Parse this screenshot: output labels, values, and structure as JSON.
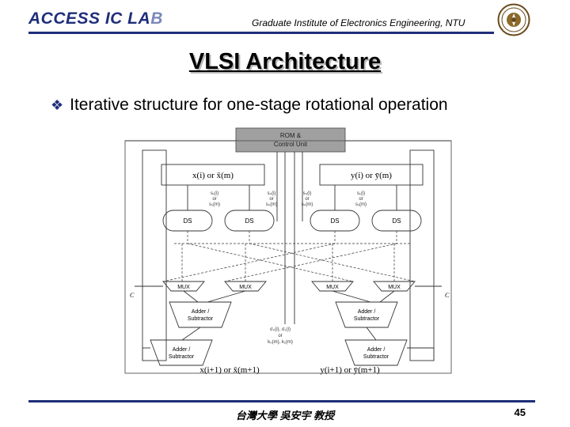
{
  "header": {
    "lab_main": "ACCESS IC LA",
    "lab_fade": "B",
    "institute": "Graduate Institute of Electronics Engineering, NTU"
  },
  "title": "VLSI Architecture",
  "bullet": "Iterative structure for one-stage rotational operation",
  "diagram": {
    "rom_line1": "ROM &",
    "rom_line2": "Control Unit",
    "reg_x": "x(i) or x̄(m)",
    "reg_y": "y(i) or ȳ(m)",
    "coef_labels": [
      [
        "s₁(i)",
        "or",
        "s₁(m)"
      ],
      [
        "s₀(i)",
        "or",
        "s₀(m)"
      ],
      [
        "s₀(i)",
        "or",
        "s₀(m)"
      ],
      [
        "s₁(i)",
        "or",
        "s₁(m)"
      ]
    ],
    "ds_label": "DS",
    "mux_label": "MUX",
    "c_label": "C",
    "adder1_line1": "Adder /",
    "adder1_line2": "Subtractor",
    "center_labels": [
      "σ₀(i), σ₁(i)",
      "or",
      "k₀(m), k₁(m)"
    ],
    "adder2_line1": "Adder /",
    "adder2_line2": "Subtractor",
    "out_x": "x(i+1) or x̄(m+1)",
    "out_y": "y(i+1) or ȳ(m+1)"
  },
  "footer": {
    "text": "台灣大學 吳安宇 教授",
    "page": "45"
  },
  "colors": {
    "brand_blue": "#1f2e7a",
    "rom_fill": "#a0a0a0"
  }
}
